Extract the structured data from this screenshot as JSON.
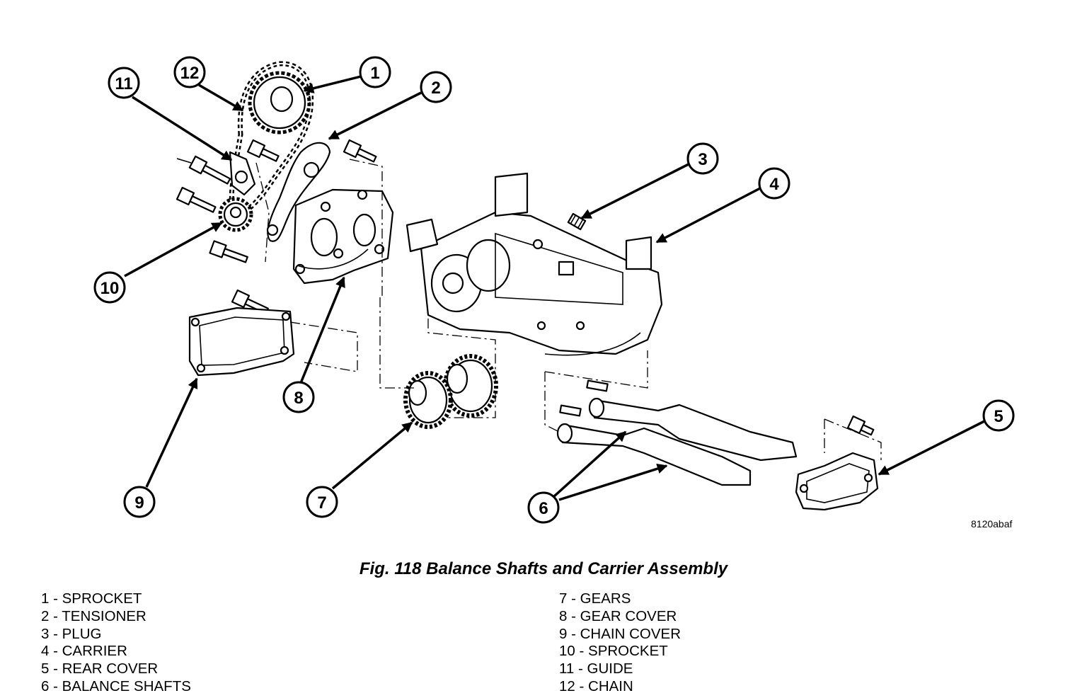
{
  "figure": {
    "caption": "Fig. 118 Balance Shafts and Carrier Assembly",
    "reference_code": "8120abaf",
    "callouts": [
      "1",
      "2",
      "3",
      "4",
      "5",
      "6",
      "7",
      "8",
      "9",
      "10",
      "11",
      "12"
    ]
  },
  "legend": {
    "left": [
      "1 - SPROCKET",
      "2 - TENSIONER",
      "3 - PLUG",
      "4 - CARRIER",
      "5 - REAR COVER",
      "6 - BALANCE SHAFTS"
    ],
    "right": [
      "7 - GEARS",
      "8 - GEAR COVER",
      "9 - CHAIN COVER",
      "10 - SPROCKET",
      "11 - GUIDE",
      "12 - CHAIN"
    ]
  }
}
